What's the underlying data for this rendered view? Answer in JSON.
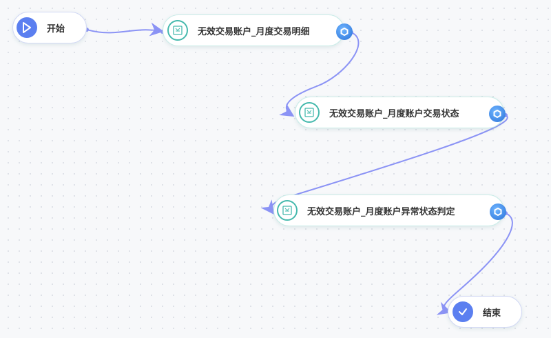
{
  "nodes": {
    "start": {
      "label": "开始"
    },
    "task1": {
      "label": "无效交易账户_月度交易明细"
    },
    "task2": {
      "label": "无效交易账户_月度账户交易状态"
    },
    "task3": {
      "label": "无效交易账户_月度账户异常状态判定"
    },
    "end": {
      "label": "结束"
    }
  },
  "colors": {
    "edge": "#8b93f5",
    "accent": "#5b7ff0",
    "task_icon": "#45b9ad"
  }
}
